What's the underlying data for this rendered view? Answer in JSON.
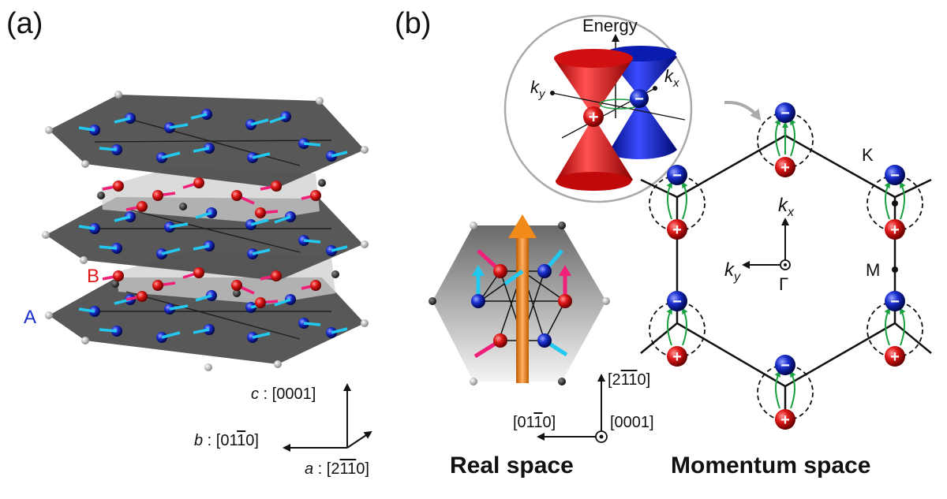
{
  "panel_a": {
    "label": "(a)",
    "sublattice_labels": {
      "A": "A",
      "B": "B"
    },
    "axes": {
      "c": {
        "letter": "c",
        "text": " : [0001]"
      },
      "b": {
        "letter": "b",
        "text_pre": " : [01",
        "bar": "1",
        "text_post": "0]"
      },
      "a": {
        "letter": "a",
        "text_pre": " : [2",
        "bar": "11",
        "text_post": "0]"
      }
    }
  },
  "panel_b": {
    "label": "(b)",
    "inset": {
      "energy_label": "Energy",
      "ky": {
        "letter": "k",
        "sub": "y"
      },
      "kx": {
        "letter": "k",
        "sub": "x"
      },
      "plus": "+",
      "minus": "−"
    },
    "real_space": {
      "title": "Real space",
      "axis_up": {
        "pre": "[2",
        "bar": "11",
        "post": "0]"
      },
      "axis_left": {
        "pre": "[01",
        "bar": "1",
        "post": "0]"
      },
      "axis_out": "[0001]"
    },
    "momentum_space": {
      "title": "Momentum space",
      "K": "K",
      "M": "M",
      "Gamma": "Γ",
      "kx": {
        "letter": "k",
        "sub": "x"
      },
      "ky": {
        "letter": "k",
        "sub": "y"
      },
      "plus": "+",
      "minus": "−"
    }
  },
  "colors": {
    "red": "#e01818",
    "blue": "#1a2fd0",
    "cyan": "#22c8f0",
    "magenta": "#f0207a",
    "orange": "#f08a18",
    "green": "#1aa040",
    "plane_dark": "#4a4a4a",
    "plane_light": "#c8c8c8"
  }
}
